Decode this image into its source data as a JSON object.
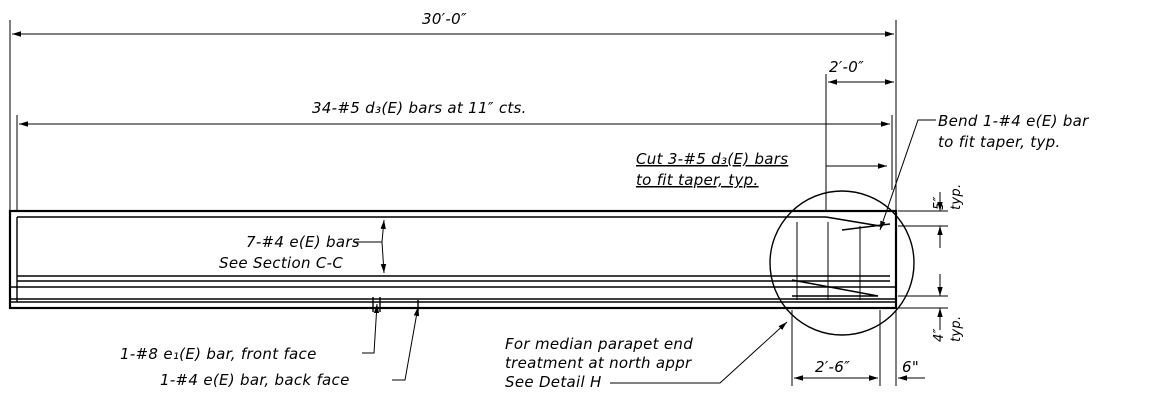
{
  "dimensions": {
    "overall": "30′-0″",
    "taper_top": "2′-0″",
    "taper_bottom": "2′-6″",
    "end_bottom": "6\"",
    "top_typ": "5″",
    "bottom_typ": "4″",
    "typ": "typ."
  },
  "labels": {
    "d3_bars": "34-#5 d₃(E) bars at 11″ cts.",
    "bend_line1": "Bend 1-#4 e(E) bar",
    "bend_line2": "to fit taper, typ.",
    "cut_line1": "Cut 3-#5 d₃(E) bars",
    "cut_line2": "to fit taper, typ.",
    "e_bars_line1": "7-#4 e(E) bars",
    "e_bars_line2": "See Section C-C",
    "front_face": "1-#8 e₁(E) bar, front face",
    "back_face": "1-#4 e(E) bar, back face",
    "median_line1": "For median parapet end",
    "median_line2": "treatment at north appr",
    "median_line3": "See Detail H"
  },
  "colors": {
    "ink": "#000000",
    "paper": "#ffffff"
  }
}
